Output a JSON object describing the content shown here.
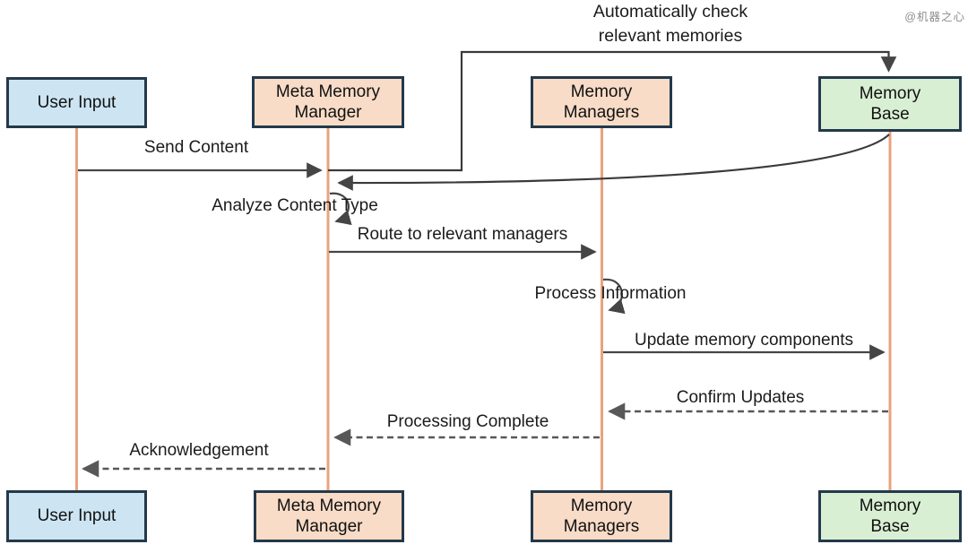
{
  "diagram": {
    "type": "sequence-diagram",
    "watermark": "@机器之心",
    "annotation": "Automatically check\nrelevant memories",
    "actors": [
      {
        "id": "user-input",
        "label": "User Input",
        "color": "#cde5f3"
      },
      {
        "id": "meta-memory-manager",
        "label": "Meta Memory Manager",
        "color": "#f8dcc7"
      },
      {
        "id": "memory-managers",
        "label": "Memory Managers",
        "color": "#f8dcc7"
      },
      {
        "id": "memory-base",
        "label": "Memory Base",
        "color": "#d9efd3"
      }
    ],
    "messages": [
      {
        "label": "Send Content",
        "from": "User Input",
        "to": "Meta Memory Manager",
        "style": "solid"
      },
      {
        "label": "Automatically check relevant memories",
        "from": "Meta Memory Manager",
        "to": "Memory Base",
        "style": "solid-elbow"
      },
      {
        "label": "",
        "from": "Memory Base",
        "to": "Meta Memory Manager",
        "style": "solid-curve"
      },
      {
        "label": "Analyze Content Type",
        "from": "Meta Memory Manager",
        "to": "Meta Memory Manager",
        "style": "self-loop"
      },
      {
        "label": "Route to relevant managers",
        "from": "Meta Memory Manager",
        "to": "Memory Managers",
        "style": "solid"
      },
      {
        "label": "Process Information",
        "from": "Memory Managers",
        "to": "Memory Managers",
        "style": "self-loop"
      },
      {
        "label": "Update memory components",
        "from": "Memory Managers",
        "to": "Memory Base",
        "style": "solid"
      },
      {
        "label": "Confirm Updates",
        "from": "Memory Base",
        "to": "Memory Managers",
        "style": "dashed"
      },
      {
        "label": "Processing Complete",
        "from": "Memory Managers",
        "to": "Meta Memory Manager",
        "style": "dashed"
      },
      {
        "label": "Acknowledgement",
        "from": "Meta Memory Manager",
        "to": "User Input",
        "style": "dashed"
      }
    ]
  },
  "colors": {
    "box-blue": "#cde5f3",
    "box-peach": "#f8dcc7",
    "box-green": "#d9efd3",
    "box-border": "#24394a",
    "lifeline": "#e8a37e",
    "arrow": "#454545",
    "arrow-dashed": "#585858",
    "text": "#1b1b1b",
    "watermark": "#8d8d8d",
    "bg": "#ffffff"
  }
}
